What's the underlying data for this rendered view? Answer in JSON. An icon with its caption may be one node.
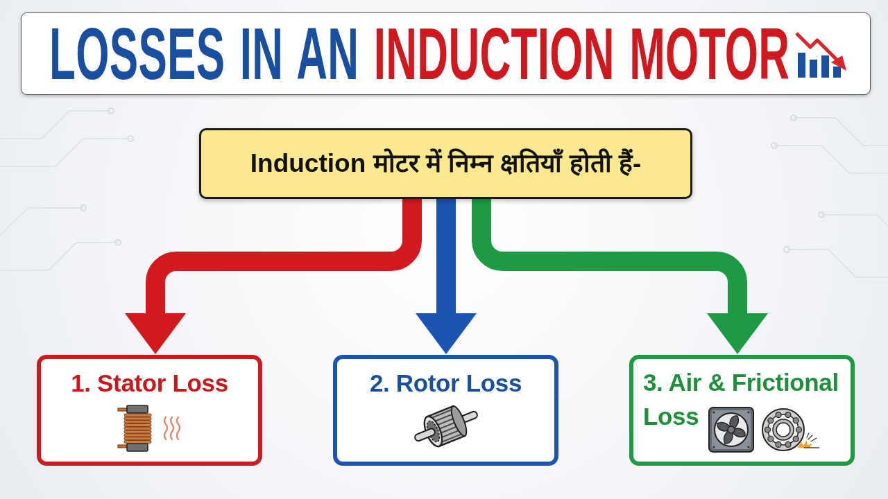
{
  "diagram": {
    "title": "LOSSES IN AN INDUCTION MOTOR",
    "nodes": [
      {
        "text": [
          "Induction मोटर में निम्न क्षतियाँ होती हैं-"
        ]
      },
      {
        "text": [
          "1. Stator Loss"
        ]
      },
      {
        "text": [
          "2. Rotor Loss"
        ]
      },
      {
        "text": [
          "3. Air & Frictional Loss"
        ]
      }
    ],
    "edges": [
      {
        "from": 0,
        "to": 1,
        "arrow": "to",
        "color": "#d21a1e"
      },
      {
        "from": 0,
        "to": 2,
        "arrow": "to",
        "color": "#1a55b3"
      },
      {
        "from": 0,
        "to": 3,
        "arrow": "to",
        "color": "#1d9a43"
      }
    ]
  }
}
